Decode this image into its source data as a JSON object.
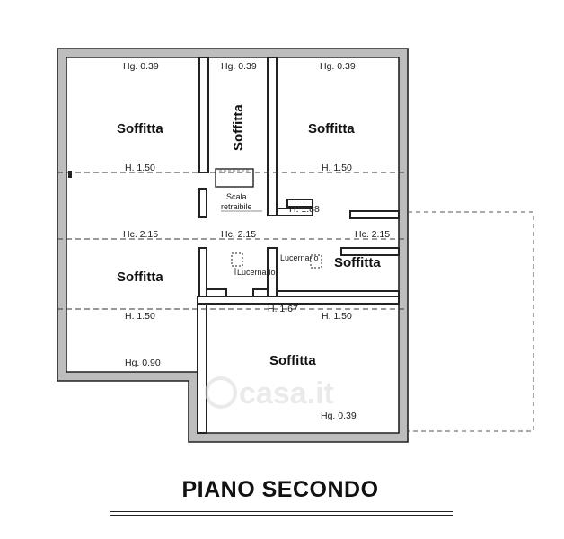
{
  "title": "PIANO SECONDO",
  "watermark": "casa.it",
  "rooms": [
    {
      "id": "nw",
      "label": "Soffitta"
    },
    {
      "id": "center",
      "label": "Soffitta"
    },
    {
      "id": "ne",
      "label": "Soffitta"
    },
    {
      "id": "west",
      "label": "Soffitta"
    },
    {
      "id": "east",
      "label": "Soffitta"
    },
    {
      "id": "south",
      "label": "Soffitta"
    }
  ],
  "heights": {
    "hg_nw": "Hg. 0.39",
    "hg_center": "Hg. 0.39",
    "hg_ne": "Hg. 0.39",
    "h_upper_left": "H. 1.50",
    "h_upper_right": "H. 1.50",
    "h_corridor": "H. 1.88",
    "hc_left": "Hc. 2.15",
    "hc_center": "Hc. 2.15",
    "hc_right": "Hc. 2.15",
    "h_lower_left": "H. 1.50",
    "h_lower_center": "H. 1.67",
    "h_lower_right": "H. 1.50",
    "hg_sw": "Hg. 0.90",
    "hg_south": "Hg. 0.39"
  },
  "annotations": {
    "stair_line1": "Scala",
    "stair_line2": "retraibile",
    "skylight_left": "Lucernario",
    "skylight_right": "Lucernario"
  }
}
